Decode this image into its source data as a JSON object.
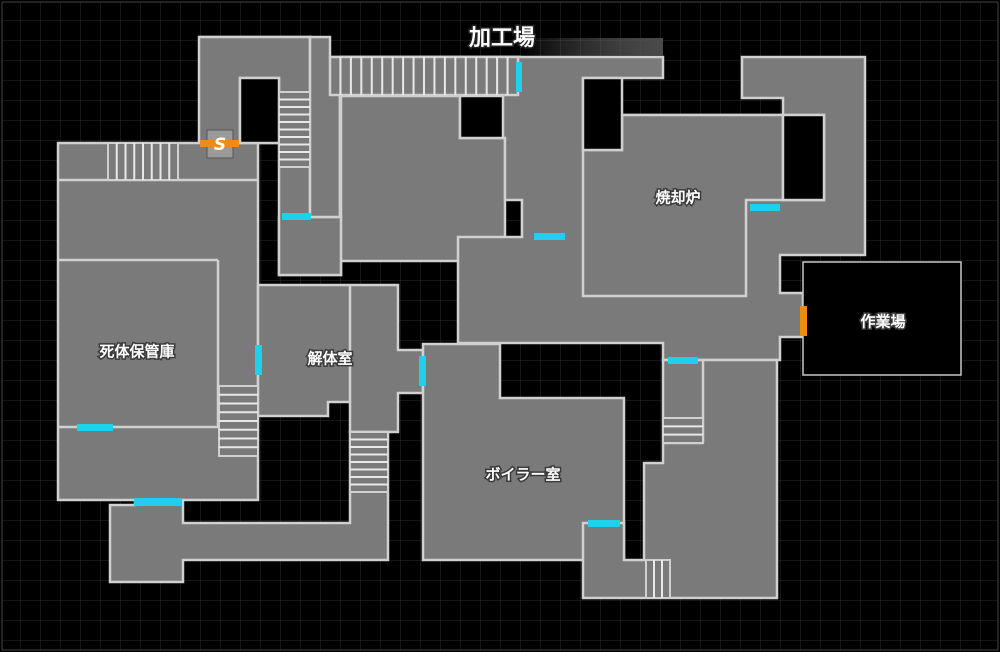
{
  "map": {
    "title": "加工場",
    "rooms": {
      "morgue": "死体保管庫",
      "dissection": "解体室",
      "incinerator": "焼却炉",
      "boiler": "ボイラー室",
      "workshop": "作業場"
    },
    "icons": {
      "save_point": "save-point-icon"
    },
    "colors": {
      "background": "#000000",
      "grid": "#262626",
      "room_fill": "#7a7a7a",
      "wall": "#d0d0d0",
      "door_open": "#1fd0ee",
      "door_locked": "#f08a10"
    }
  }
}
